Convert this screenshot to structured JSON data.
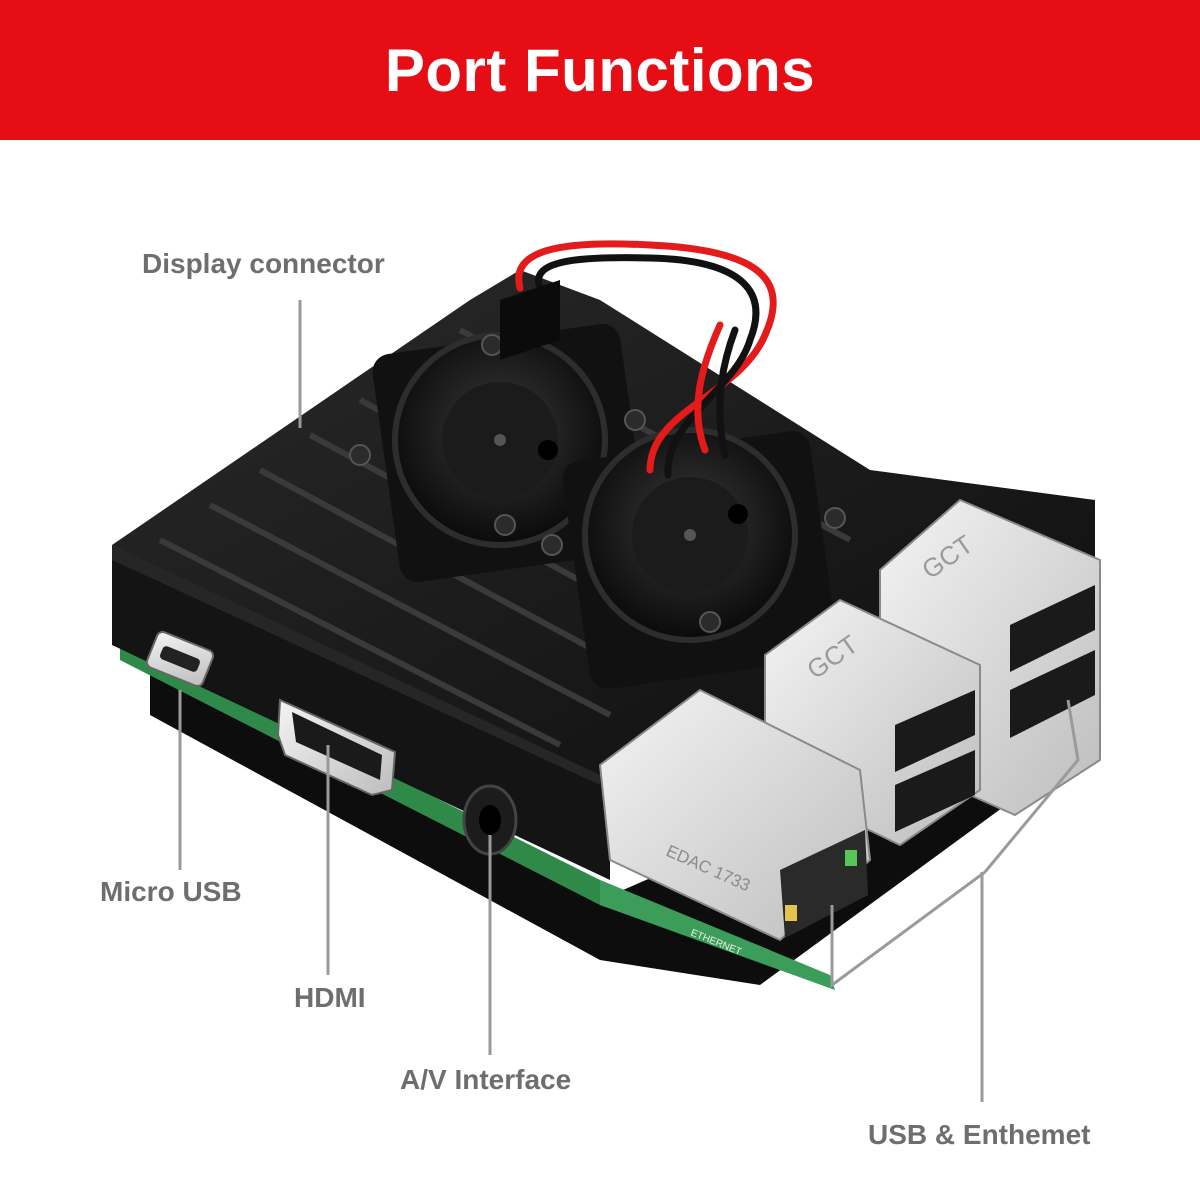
{
  "header": {
    "title": "Port Functions",
    "background_color": "#e60e14"
  },
  "callouts": {
    "display_connector": "Display connector",
    "micro_usb": "Micro USB",
    "hdmi": "HDMI",
    "av_interface": "A/V Interface",
    "usb_ethernet": "USB & Enthemet"
  },
  "product": {
    "usb_brand_marking": "GCT",
    "ethernet_jack_marking": "EDAC 1733",
    "board_print": "ETHERNET",
    "case_color": "#151515",
    "board_color": "#2f8a4a",
    "wire_colors": [
      "#e31b1b",
      "#111111"
    ]
  },
  "colors": {
    "label_text": "#6e6e6e",
    "leader_line": "#9a9a9a"
  }
}
